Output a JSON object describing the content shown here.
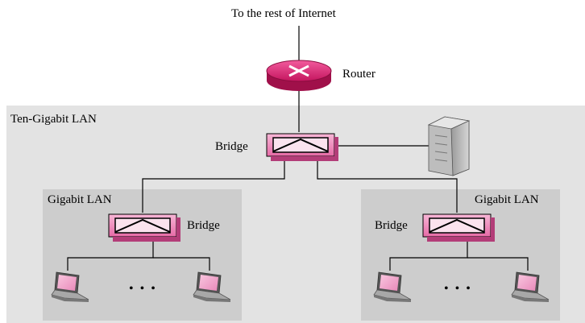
{
  "internet_label": "To the rest of Internet",
  "router": {
    "label": "Router"
  },
  "ten_gigabit_lan": {
    "label": "Ten-Gigabit LAN"
  },
  "main_bridge": {
    "label": "Bridge"
  },
  "left_lan": {
    "label": "Gigabit LAN",
    "bridge_label": "Bridge",
    "ellipsis": "• • •"
  },
  "right_lan": {
    "label": "Gigabit LAN",
    "bridge_label": "Bridge",
    "ellipsis": "• • •"
  },
  "colors": {
    "device_pink": "#f080b8",
    "device_pink_dark": "#b0306a",
    "router_magenta": "#e0307a",
    "lan_outer_gray": "#e3e3e3",
    "lan_inner_gray": "#cdcdcd"
  }
}
